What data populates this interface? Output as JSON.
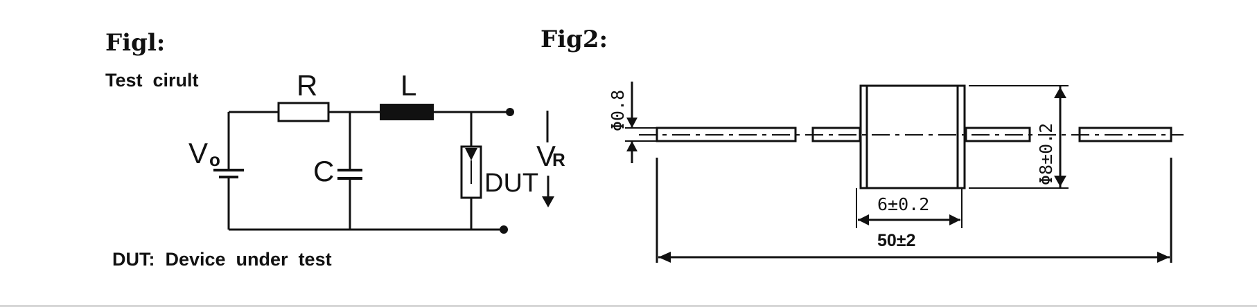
{
  "fig1": {
    "title": "Figl:",
    "subtitle": "Test  cirult",
    "labels": {
      "resistor": "R",
      "inductor": "L",
      "capacitor": "C",
      "source": "V",
      "source_sub": "o",
      "dut": "DUT",
      "vr": "V",
      "vr_sub": "R"
    },
    "footnote": "DUT:  Device  under  test"
  },
  "fig2": {
    "title": "Fig2:",
    "dims": {
      "lead_dia": "Φ0.8",
      "body_dia": "Φ8±0.2",
      "body_len": "6±0.2",
      "total_len": "50±2"
    }
  },
  "colors": {
    "ink": "#111111",
    "background": "#ffffff",
    "frame_rule": "#d6d6d6"
  }
}
